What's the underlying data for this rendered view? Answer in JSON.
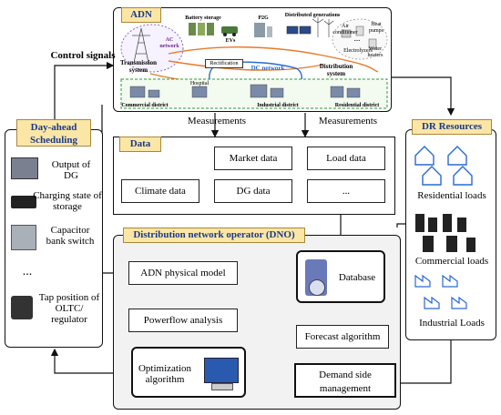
{
  "adn": {
    "title": "ADN",
    "battery_storage": "Battery storage",
    "p2g": "P2G",
    "distributed_generations": "Distributed generations",
    "ac_network": "AC network",
    "evs": "EVs",
    "air_conditioner": "Air conditioner",
    "heat_pumps": "Heat pumps",
    "electrolyzers": "Electrolyzers",
    "water_heaters": "Water heaters",
    "ellipsis": "...",
    "transmission_system": "Transmission system",
    "rectification": "Rectification",
    "dc_network": "DC network",
    "distribution_system": "Distribution system",
    "commercial_district": "Commercial district",
    "hospital": "Hospital",
    "industrial_district": "Industrial district",
    "residential_district": "Residential district"
  },
  "control_signals": "Control signals",
  "measurements_left": "Measurements",
  "measurements_right": "Measurements",
  "scheduling": {
    "title": "Day-ahead Scheduling",
    "items": [
      "Output of DG",
      "Charging state of storage",
      "Capacitor bank switch",
      "...",
      "Tap position of OLTC/ regulator"
    ]
  },
  "data_panel": {
    "title": "Data",
    "market": "Market data",
    "load": "Load data",
    "climate": "Climate data",
    "dg": "DG data",
    "more": "..."
  },
  "dno": {
    "title": "Distribution network operator (DNO)",
    "physical_model": "ADN physical model",
    "database": "Database",
    "powerflow": "Powerflow analysis",
    "forecast": "Forecast algorithm",
    "optimization": "Optimization algorithm",
    "demand_side": "Demand side management"
  },
  "dr": {
    "title": "DR Resources",
    "residential": "Residential loads",
    "commercial": "Commercial loads",
    "industrial": "Industrial Loads"
  },
  "colors": {
    "header_fill": "#fbe6a6",
    "header_text": "#1a3a8a",
    "ac_network": "#6a2c8a",
    "dc_network": "#2a6ad0",
    "power_lines": "#e87a2a",
    "loads_border": "#2a9a3a"
  }
}
